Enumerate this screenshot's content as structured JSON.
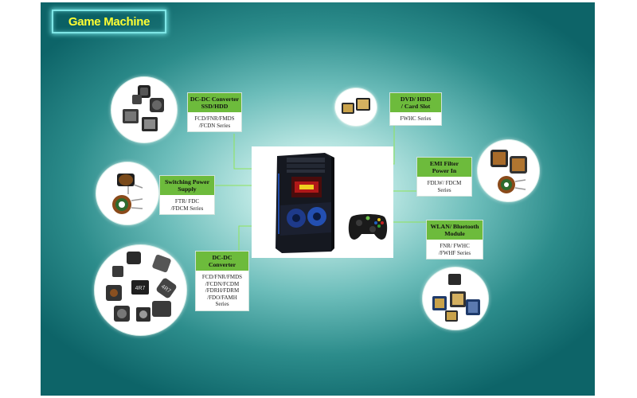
{
  "title": "Game Machine",
  "labels": {
    "dcdc_ssd": {
      "heading": [
        "DC-DC Converter",
        "SSD/HDD"
      ],
      "series": [
        "FCD/FNR/FMDS",
        "/FCDN Series"
      ]
    },
    "switching_power": {
      "heading": [
        "Switching Power",
        "Supply"
      ],
      "series": [
        "FTR/ FDC",
        "/FDCM Series"
      ]
    },
    "dcdc_converter": {
      "heading": [
        "DC-DC",
        "Converter"
      ],
      "series": [
        "FCD/FNR/FMDS",
        "/FCDN/FCDM",
        "/FDRH/FDRM",
        "/FDO/FAMH",
        "Series"
      ]
    },
    "dvd_hdd": {
      "heading": [
        "DVD/ HDD",
        "/ Card Slot"
      ],
      "series": [
        "FWHC Series"
      ]
    },
    "emi_filter": {
      "heading": [
        "EMI Filter",
        "Power In"
      ],
      "series": [
        "FDLW/ FDCM",
        "Series"
      ]
    },
    "wlan_bt": {
      "heading": [
        "WLAN/ Bluetooth",
        "Module"
      ],
      "series": [
        "FNR/ FWHC",
        "/FWHF Series"
      ]
    }
  },
  "component_marks": {
    "chip_small": "4R7",
    "chip_large": "4R7"
  },
  "colors": {
    "label_green": "#6dbb3c",
    "connector_line": "#8fe35a",
    "title_text": "#ffff33",
    "title_border": "#7fe6e6",
    "bg_dark": "#0d6468"
  },
  "icons": [
    "smd-inductor-icon",
    "toroid-inductor-icon",
    "drum-inductor-icon",
    "pc-tower-icon",
    "gamepad-icon",
    "rf-module-icon"
  ]
}
